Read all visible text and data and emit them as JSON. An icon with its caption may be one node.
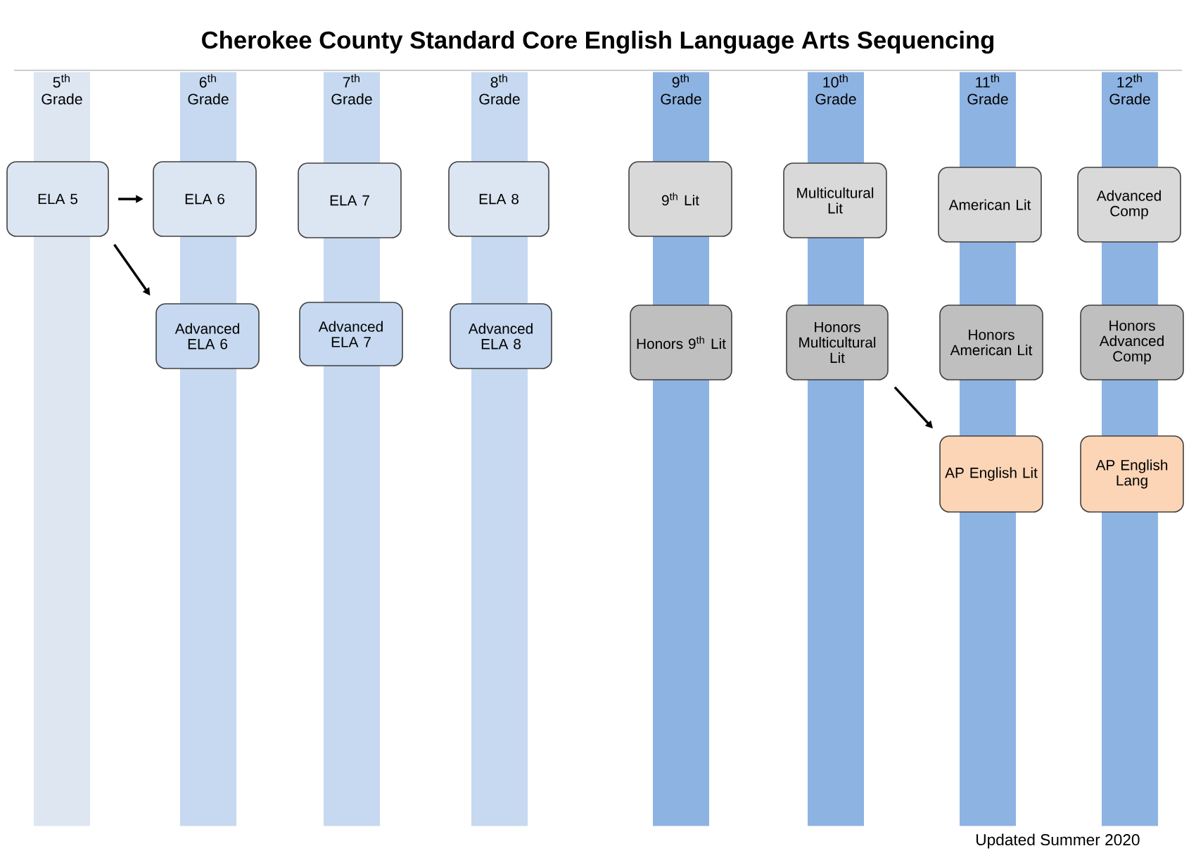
{
  "diagram": {
    "title": "Cherokee County Standard Core English Language Arts Sequencing",
    "nodes": [
      {
        "text": [
          "5$^{th}$ Grade"
        ]
      },
      {
        "text": [
          "6$^{th}$ Grade"
        ]
      },
      {
        "text": [
          "7$^{th}$ Grade"
        ]
      },
      {
        "text": [
          "8$^{th}$ Grade"
        ]
      },
      {
        "text": [
          "9$^{th}$ Grade"
        ]
      },
      {
        "text": [
          "10$^{th}$ Grade"
        ]
      },
      {
        "text": [
          "11$^{th}$ Grade"
        ]
      },
      {
        "text": [
          "12$^{th}$ Grade"
        ]
      },
      {
        "text": [
          "ELA 5"
        ]
      },
      {
        "text": [
          "ELA 6"
        ]
      },
      {
        "text": [
          "ELA 7"
        ]
      },
      {
        "text": [
          "ELA 8"
        ]
      },
      {
        "text": [
          "9$^{th}$ Lit"
        ]
      },
      {
        "text": [
          "Multicultural Lit"
        ]
      },
      {
        "text": [
          "American Lit"
        ]
      },
      {
        "text": [
          "Advanced Comp"
        ]
      },
      {
        "text": [
          "Advanced ELA 6"
        ]
      },
      {
        "text": [
          "Advanced ELA 7"
        ]
      },
      {
        "text": [
          "Advanced ELA 8"
        ]
      },
      {
        "text": [
          "Honors 9$^{th}$ Lit"
        ]
      },
      {
        "text": [
          "Honors Multicultural Lit"
        ]
      },
      {
        "text": [
          "Honors American Lit"
        ]
      },
      {
        "text": [
          "Honors Advanced Comp"
        ]
      },
      {
        "text": [
          "AP English Lit"
        ]
      },
      {
        "text": [
          "AP English Lang"
        ]
      }
    ],
    "edges": [
      {
        "from": 8,
        "to": 9,
        "arrow": "to"
      },
      {
        "from": 8,
        "to": 16,
        "arrow": "to"
      },
      {
        "from": 20,
        "to": 23,
        "arrow": "to"
      }
    ],
    "labels": [
      "Updated Summer 2020"
    ]
  }
}
